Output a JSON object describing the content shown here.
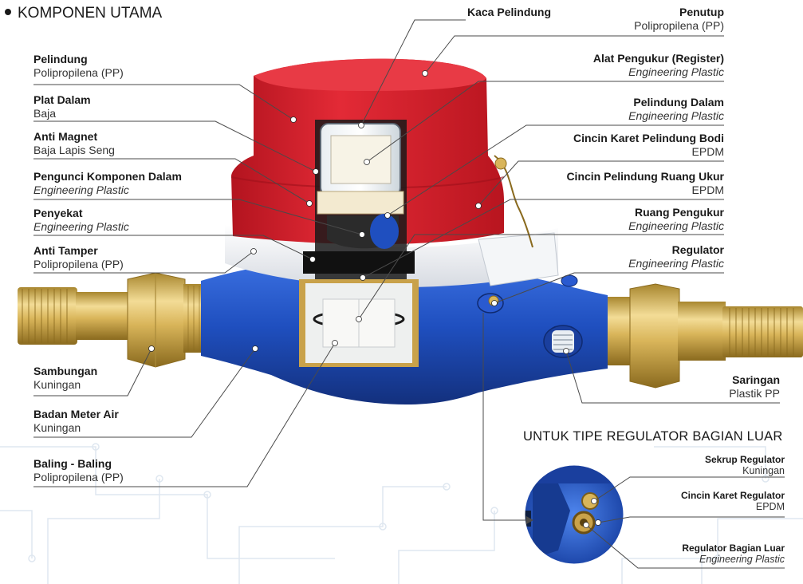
{
  "title": "KOMPONEN UTAMA",
  "subtitle": "UNTUK TIPE REGULATOR BAGIAN LUAR",
  "colors": {
    "body_blue": "#1f4fbf",
    "cover_red": "#d8202d",
    "brass": "#d9b866",
    "line": "#4a4a4a"
  },
  "left_labels": [
    {
      "name": "Pelindung",
      "material": "Polipropilena (PP)",
      "italic": false
    },
    {
      "name": "Plat Dalam",
      "material": "Baja",
      "italic": false
    },
    {
      "name": "Anti Magnet",
      "material": "Baja Lapis Seng",
      "italic": false
    },
    {
      "name": "Pengunci Komponen Dalam",
      "material": "Engineering Plastic",
      "italic": true
    },
    {
      "name": "Penyekat",
      "material": "Engineering Plastic",
      "italic": true
    },
    {
      "name": "Anti Tamper",
      "material": "Polipropilena (PP)",
      "italic": false
    },
    {
      "name": "Sambungan",
      "material": "Kuningan",
      "italic": false
    },
    {
      "name": "Badan Meter Air",
      "material": "Kuningan",
      "italic": false
    },
    {
      "name": "Baling - Baling",
      "material": "Polipropilena (PP)",
      "italic": false
    }
  ],
  "right_labels": [
    {
      "name": "Penutup",
      "material": "Polipropilena (PP)",
      "italic": false
    },
    {
      "name": "Alat Pengukur (Register)",
      "material": "Engineering Plastic",
      "italic": true
    },
    {
      "name": "Pelindung Dalam",
      "material": "Engineering Plastic",
      "italic": true
    },
    {
      "name": "Cincin Karet Pelindung Bodi",
      "material": "EPDM",
      "italic": false
    },
    {
      "name": "Cincin Pelindung Ruang Ukur",
      "material": "EPDM",
      "italic": false
    },
    {
      "name": "Ruang Pengukur",
      "material": "Engineering Plastic",
      "italic": true
    },
    {
      "name": "Regulator",
      "material": "Engineering Plastic",
      "italic": true
    },
    {
      "name": "Saringan",
      "material": "Plastik PP",
      "italic": false
    }
  ],
  "top_label": {
    "name": "Kaca Pelindung"
  },
  "inset_labels": [
    {
      "name": "Sekrup Regulator",
      "material": "Kuningan",
      "italic": false
    },
    {
      "name": "Cincin Karet Regulator",
      "material": "EPDM",
      "italic": false
    },
    {
      "name": "Regulator Bagian Luar",
      "material": "Engineering Plastic",
      "italic": true
    }
  ]
}
